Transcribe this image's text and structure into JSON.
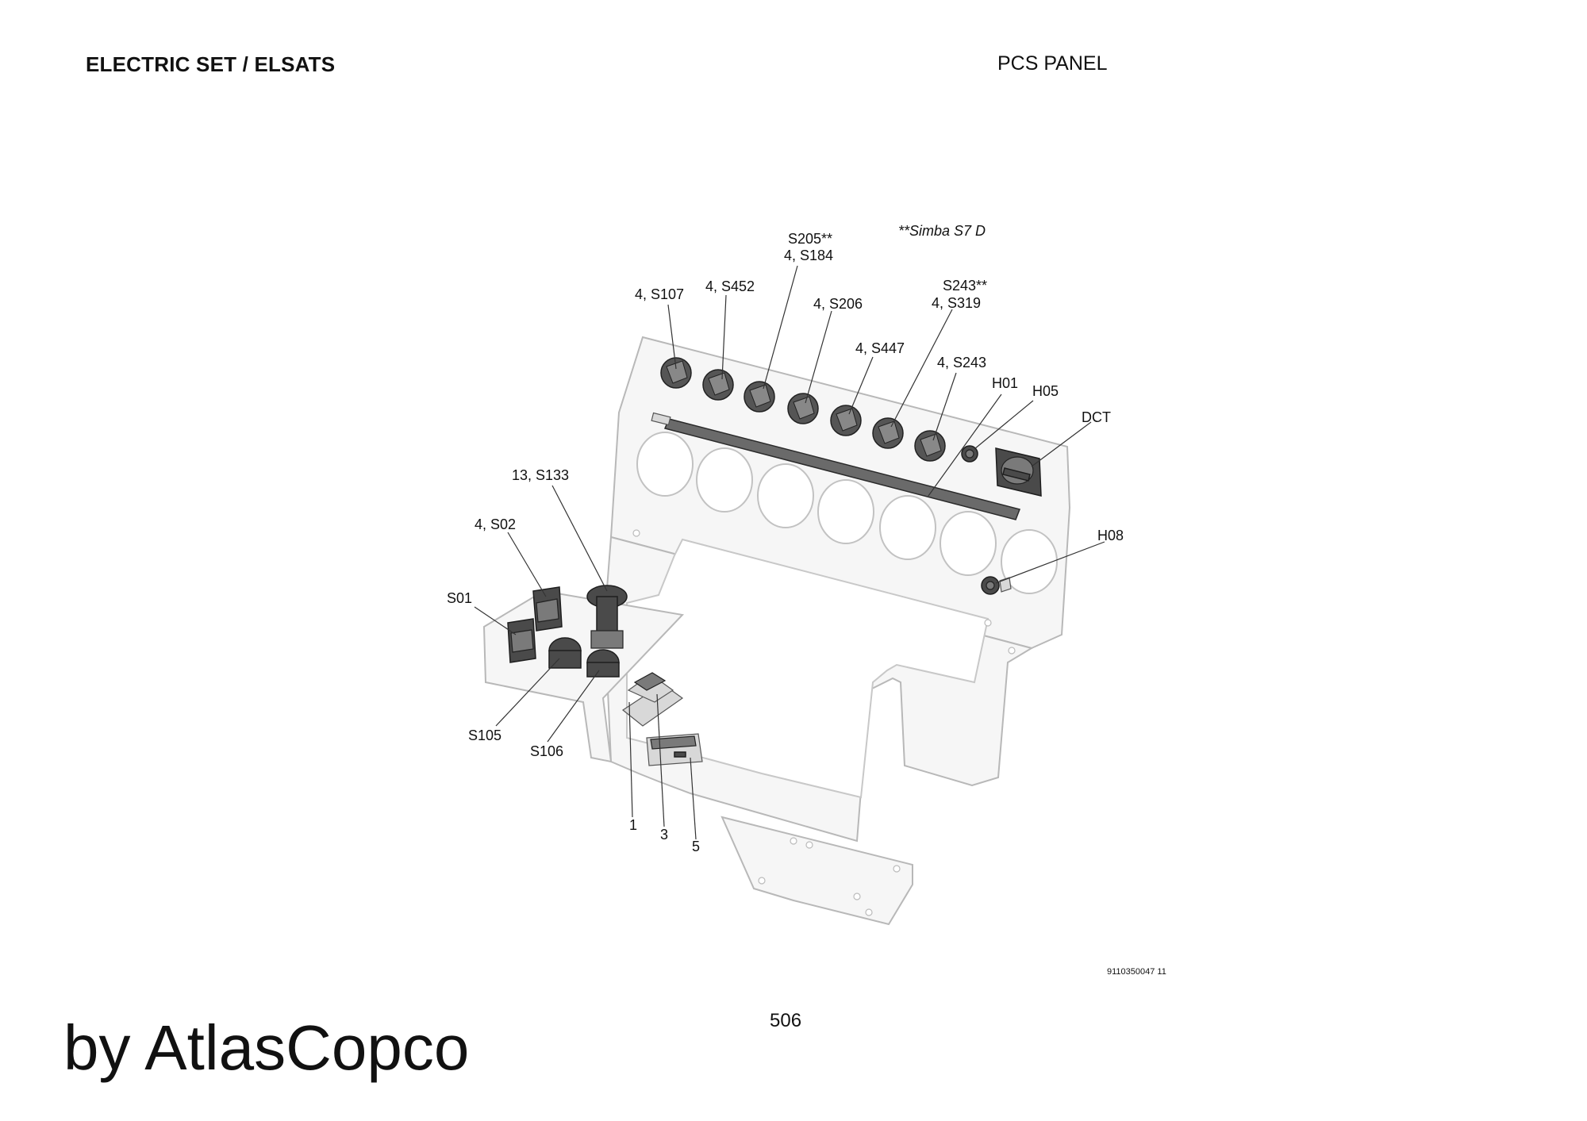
{
  "header": {
    "left_title": "ELECTRIC SET / ELSATS",
    "right_title": "PCS PANEL"
  },
  "diagram": {
    "note": "**Simba S7 D",
    "drawing_id": "9110350047 11",
    "callouts": {
      "s205": "S205**",
      "s184": "4, S184",
      "s107": "4, S107",
      "s452": "4, S452",
      "s206": "4, S206",
      "s243b": "S243**",
      "s319": "4, S319",
      "s447": "4, S447",
      "s243": "4, S243",
      "h01": "H01",
      "h05": "H05",
      "dct": "DCT",
      "s133": "13, S133",
      "s02": "4, S02",
      "s01": "S01",
      "h08": "H08",
      "s105": "S105",
      "s106": "S106",
      "p1": "1",
      "p3": "3",
      "p5": "5"
    }
  },
  "footer": {
    "page_number": "506",
    "watermark": "by AtlasCopco"
  }
}
